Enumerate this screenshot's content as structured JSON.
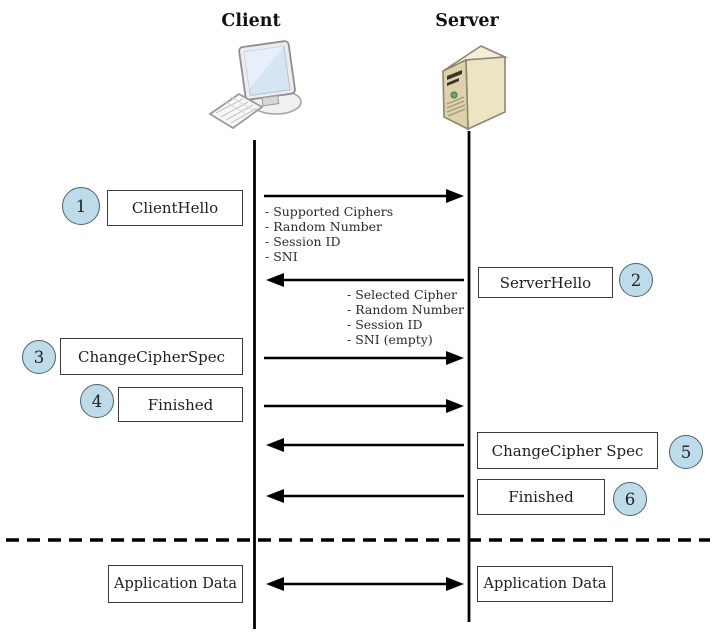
{
  "actors": {
    "client": {
      "label": "Client",
      "icon": "desktop-computer-icon"
    },
    "server": {
      "label": "Server",
      "icon": "server-tower-icon"
    }
  },
  "messages": [
    {
      "num": "1",
      "label": "ClientHello",
      "from": "client",
      "to": "server",
      "details": [
        "- Supported Ciphers",
        "- Random Number",
        "- Session ID",
        "- SNI"
      ]
    },
    {
      "num": "2",
      "label": "ServerHello",
      "from": "server",
      "to": "client",
      "details": [
        "- Selected Cipher",
        "- Random Number",
        "- Session ID",
        "- SNI (empty)"
      ]
    },
    {
      "num": "3",
      "label": "ChangeCipherSpec",
      "from": "client",
      "to": "server",
      "details": []
    },
    {
      "num": "4",
      "label": "Finished",
      "from": "client",
      "to": "server",
      "details": []
    },
    {
      "num": "5",
      "label": "ChangeCipher Spec",
      "from": "server",
      "to": "client",
      "details": []
    },
    {
      "num": "6",
      "label": "Finished",
      "from": "server",
      "to": "client",
      "details": []
    }
  ],
  "application_data": {
    "left_label": "Application Data",
    "right_label": "Application Data",
    "bidirectional": true
  },
  "colors": {
    "background": "#ffffff",
    "step_circle_fill": "#bedbe9",
    "step_circle_border": "#4c6370",
    "box_border": "#3a3a3a",
    "line_color": "#000000",
    "server_icon_beige": "#ece5c4",
    "led_green": "#63a877"
  }
}
